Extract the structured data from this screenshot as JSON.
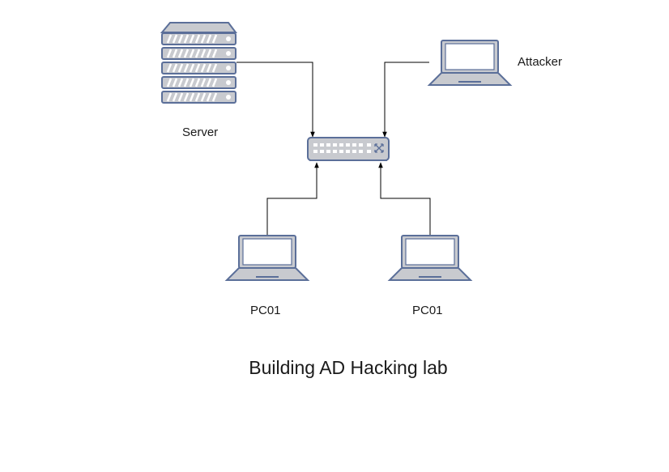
{
  "title": "Building AD Hacking lab",
  "nodes": {
    "server": {
      "label": "Server",
      "icon": "server-icon"
    },
    "attacker": {
      "label": "Attacker",
      "icon": "laptop-icon"
    },
    "switch": {
      "label": "",
      "icon": "network-switch-icon"
    },
    "pc_left": {
      "label": "PC01",
      "icon": "laptop-icon"
    },
    "pc_right": {
      "label": "PC01",
      "icon": "laptop-icon"
    }
  },
  "colors": {
    "icon_stroke": "#5b6f99",
    "icon_fill": "#c8cacf",
    "screen_fill": "#ffffff",
    "edge": "#000000",
    "text": "#1a1a1a"
  }
}
